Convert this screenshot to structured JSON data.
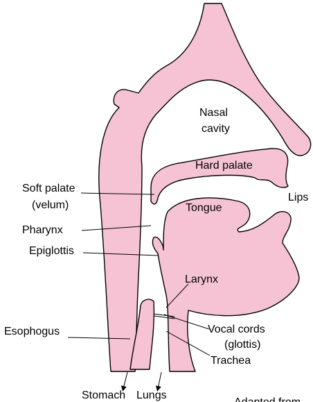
{
  "colors": {
    "tissue": "#f6c3d5",
    "outline": "#000000",
    "background": "#ffffff"
  },
  "labels": {
    "nasal_line1": "Nasal",
    "nasal_line2": "cavity",
    "hard_palate": "Hard palate",
    "lips": "Lips",
    "tongue": "Tongue",
    "soft_palate_line1": "Soft palate",
    "soft_palate_line2": "(velum)",
    "pharynx": "Pharynx",
    "epiglottis": "Epiglottis",
    "larynx": "Larynx",
    "vocal_cords_line1": "Vocal cords",
    "vocal_cords_line2": "(glottis)",
    "esophogus": "Esophogus",
    "trachea": "Trachea",
    "stomach": "Stomach",
    "lungs": "Lungs"
  },
  "credit": "Adapted from"
}
